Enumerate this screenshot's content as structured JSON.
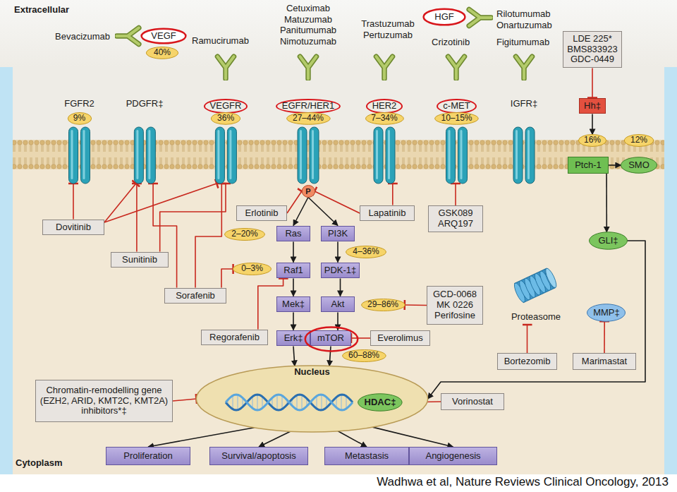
{
  "diagram": {
    "caption": "Wadhwa et al, Nature Reviews Clinical Oncology, 2013",
    "nodes": [
      {
        "text": [
          "VEGF"
        ]
      },
      {
        "text": [
          "40%"
        ]
      },
      {
        "text": [
          "HGF"
        ]
      },
      {
        "text": [
          "LDE 225* BMS833923 GDC-0449"
        ]
      },
      {
        "text": [
          "Hh‡"
        ]
      },
      {
        "text": [
          "FGFR2"
        ]
      },
      {
        "text": [
          "9%"
        ],
        "in": 5
      },
      {
        "text": [
          "PDGFR‡"
        ]
      },
      {
        "text": [
          "VEGFR"
        ]
      },
      {
        "text": [
          "36%"
        ],
        "in": 8
      },
      {
        "text": [
          "EGFR/HER1"
        ]
      },
      {
        "text": [
          "27–44%"
        ],
        "in": 10
      },
      {
        "text": [
          "HER2"
        ]
      },
      {
        "text": [
          "7–34%"
        ],
        "in": 12
      },
      {
        "text": [
          "c-MET"
        ]
      },
      {
        "text": [
          "10–15%"
        ],
        "in": 14
      },
      {
        "text": [
          "IGFR‡"
        ]
      },
      {
        "text": [
          "16%"
        ]
      },
      {
        "text": [
          "12%"
        ]
      },
      {
        "text": [
          "Ptch-1"
        ]
      },
      {
        "text": [
          "SMO"
        ]
      },
      {
        "text": [
          "P"
        ]
      },
      {
        "text": [
          "Dovitinib"
        ]
      },
      {
        "text": [
          "Erlotinib"
        ]
      },
      {
        "text": [
          "Lapatinib"
        ]
      },
      {
        "text": [
          "GSK089 ARQ197"
        ]
      },
      {
        "text": [
          "Ras"
        ]
      },
      {
        "text": [
          "PI3K"
        ]
      },
      {
        "text": [
          "2–20%"
        ]
      },
      {
        "text": [
          "4–36%"
        ]
      },
      {
        "text": [
          "GLI‡"
        ]
      },
      {
        "text": [
          "Sunitinib"
        ]
      },
      {
        "text": [
          "Raf1"
        ]
      },
      {
        "text": [
          "PDK-1‡"
        ]
      },
      {
        "text": [
          "0–3%"
        ]
      },
      {
        "text": [
          "Sorafenib"
        ]
      },
      {
        "text": [
          "Mek‡"
        ]
      },
      {
        "text": [
          "Akt"
        ]
      },
      {
        "text": [
          "29–86%"
        ]
      },
      {
        "text": [
          "GCD-0068 MK 0226 Perifosine"
        ]
      },
      {
        "text": [
          "Proteasome"
        ]
      },
      {
        "text": [
          "MMP‡"
        ]
      },
      {
        "text": [
          "Regorafenib"
        ]
      },
      {
        "text": [
          "Erk‡"
        ]
      },
      {
        "text": [
          "mTOR"
        ]
      },
      {
        "text": [
          "Everolimus"
        ]
      },
      {
        "text": [
          "60–88%"
        ]
      },
      {
        "text": [
          "Bortezomib"
        ]
      },
      {
        "text": [
          "Marimastat"
        ]
      },
      {
        "text": [
          "Nucleus"
        ]
      },
      {
        "text": [
          "HDAC‡"
        ],
        "in": 49
      },
      {
        "text": [
          "Chromatin-remodelling gene (EZH2, ARID, KMT2C, KMT2A) inhibitors*‡"
        ]
      },
      {
        "text": [
          "Vorinostat"
        ]
      },
      {
        "text": [
          "Proliferation"
        ]
      },
      {
        "text": [
          "Survival/apoptosis"
        ]
      },
      {
        "text": [
          "Metastasis"
        ]
      },
      {
        "text": [
          "Angiogenesis"
        ]
      }
    ],
    "edges": [
      {
        "from": 3,
        "to": 4,
        "arrow": "to"
      },
      {
        "from": 4,
        "to": 17,
        "arrow": "to"
      },
      {
        "from": 19,
        "to": 20,
        "arrow": "to"
      },
      {
        "from": 19,
        "to": 30,
        "arrow": "to"
      },
      {
        "from": 30,
        "to": 49,
        "arrow": "to"
      },
      {
        "from": 21,
        "to": 26,
        "arrow": "to"
      },
      {
        "from": 21,
        "to": 27,
        "arrow": "to"
      },
      {
        "from": 26,
        "to": 32,
        "arrow": "to"
      },
      {
        "from": 32,
        "to": 36,
        "arrow": "to"
      },
      {
        "from": 36,
        "to": 43,
        "arrow": "to"
      },
      {
        "from": 43,
        "to": 49,
        "arrow": "to"
      },
      {
        "from": 27,
        "to": 33,
        "arrow": "to"
      },
      {
        "from": 33,
        "to": 37,
        "arrow": "to"
      },
      {
        "from": 37,
        "to": 44,
        "arrow": "to"
      },
      {
        "from": 44,
        "to": 49,
        "arrow": "to"
      },
      {
        "from": 49,
        "to": 53,
        "arrow": "to"
      },
      {
        "from": 49,
        "to": 54,
        "arrow": "to"
      },
      {
        "from": 49,
        "to": 55,
        "arrow": "to"
      },
      {
        "from": 49,
        "to": 56,
        "arrow": "to"
      },
      {
        "from": 22,
        "to": 5,
        "arrow": "to"
      },
      {
        "from": 22,
        "to": 7,
        "arrow": "to"
      },
      {
        "from": 22,
        "to": 8,
        "arrow": "to"
      },
      {
        "from": 31,
        "to": 7,
        "arrow": "to"
      },
      {
        "from": 31,
        "to": 8,
        "arrow": "to"
      },
      {
        "from": 35,
        "to": 7,
        "arrow": "to"
      },
      {
        "from": 35,
        "to": 8,
        "arrow": "to"
      },
      {
        "from": 35,
        "to": 34,
        "arrow": "to"
      },
      {
        "from": 42,
        "to": 32,
        "arrow": "to"
      },
      {
        "from": 23,
        "to": 21,
        "arrow": "to"
      },
      {
        "from": 24,
        "to": 21,
        "arrow": "to"
      },
      {
        "from": 24,
        "to": 12,
        "arrow": "to"
      },
      {
        "from": 25,
        "to": 14,
        "arrow": "to"
      },
      {
        "from": 39,
        "to": 38,
        "arrow": "to"
      },
      {
        "from": 45,
        "to": 44,
        "arrow": "to"
      },
      {
        "from": 47,
        "to": 40,
        "arrow": "to"
      },
      {
        "from": 48,
        "to": 41,
        "arrow": "to"
      },
      {
        "from": 52,
        "to": 50,
        "arrow": "to"
      },
      {
        "from": 51,
        "to": 49,
        "arrow": "to"
      }
    ],
    "labels": [
      "Extracellular",
      "Bevacizumab",
      "Ramucirumab",
      "Cetuximab Matuzumab Panitumumab Nimotuzumab",
      "Trastuzumab Pertuzumab",
      "Crizotinib",
      "Figitumumab",
      "Rilotumumab Onartuzumab",
      "Cytoplasm"
    ]
  }
}
